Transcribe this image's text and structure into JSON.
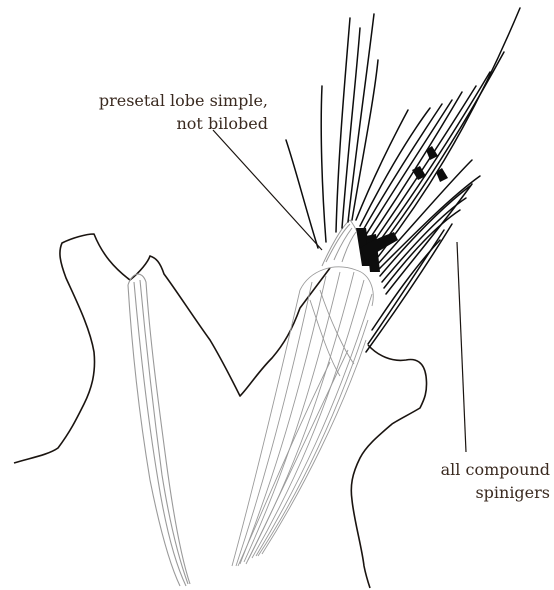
{
  "labels": {
    "presetal_lobe": [
      "presetal lobe simple,",
      "not bilobed"
    ],
    "spinigers": [
      "all compound",
      "spinigers"
    ]
  },
  "colors": {
    "outline": "#1a1410",
    "chaetae": "#0d0d0d",
    "aciculum": "#9a9a9a",
    "label_text": "#3a2a20"
  }
}
